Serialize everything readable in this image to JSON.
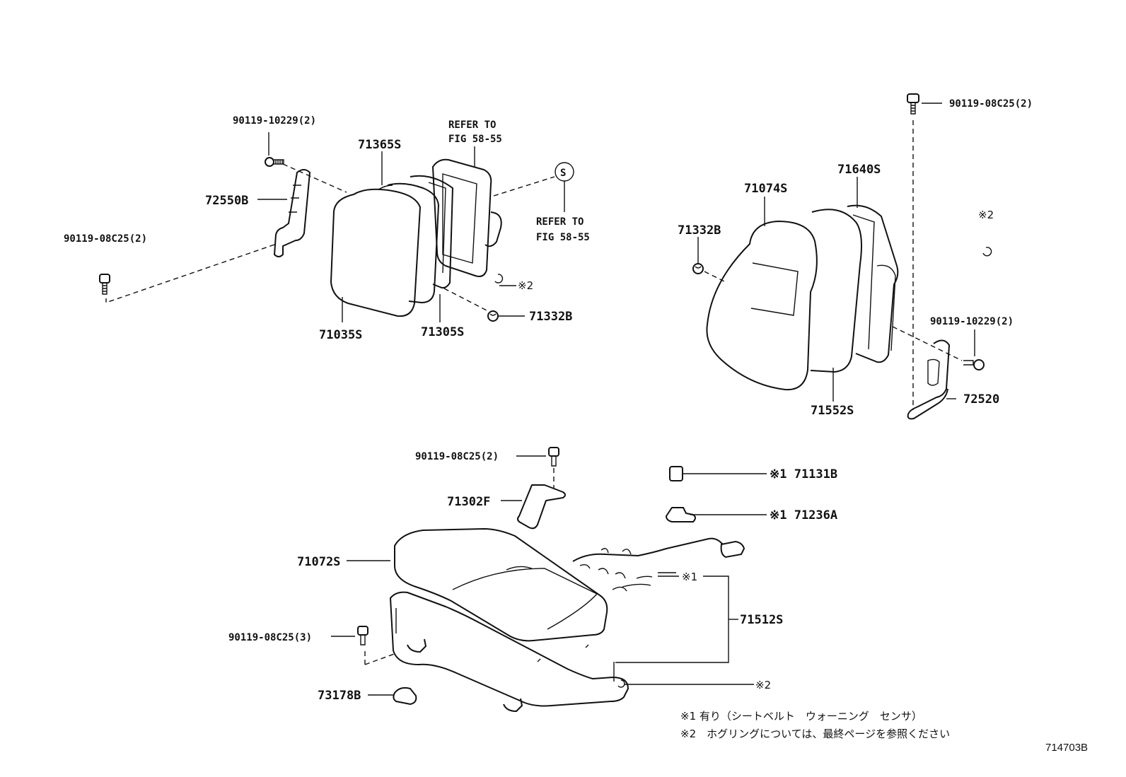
{
  "labels": {
    "p90119_10229_a": "90119-10229(2)",
    "p71365S": "71365S",
    "refer_top": "REFER TO",
    "fig_top": "FIG 58-55",
    "s_mark": "S",
    "refer_right": "REFER TO",
    "fig_right": "FIG 58-55",
    "p72550B": "72550B",
    "p90119_08C25_a": "90119-08C25(2)",
    "mark2_a": "※2",
    "p71332B_a": "71332B",
    "p71035S": "71035S",
    "p71305S": "71305S",
    "p90119_08C25_b": "90119-08C25(2)",
    "p71640S": "71640S",
    "p71074S": "71074S",
    "p71332B_b": "71332B",
    "mark2_b": "※2",
    "p90119_10229_b": "90119-10229(2)",
    "p72520": "72520",
    "p71552S": "71552S",
    "p90119_08C25_c": "90119-08C25(2)",
    "p71131B": "※1 71131B",
    "p71302F": "71302F",
    "p71236A": "※1 71236A",
    "p71072S": "71072S",
    "mark1": "※1",
    "p71512S": "71512S",
    "p90119_08C25_d": "90119-08C25(3)",
    "p73178B": "73178B",
    "mark2_c": "※2"
  },
  "notes": {
    "note1": "※1 有り（シートベルト　ウォーニング　センサ）",
    "note2": "※2　ホグリングについては、最終ページを参照ください"
  },
  "drawing_code": "714703B"
}
